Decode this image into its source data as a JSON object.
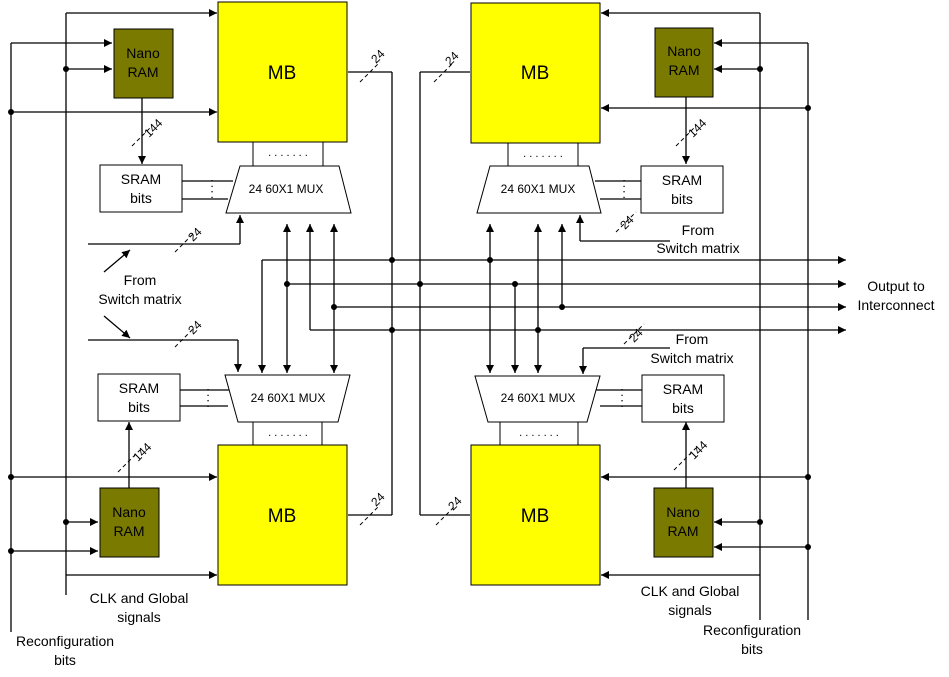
{
  "labels": {
    "mb": "MB",
    "nano_line1": "Nano",
    "nano_line2": "RAM",
    "sram_line1": "SRAM",
    "sram_line2": "bits",
    "mux": "24 60X1 MUX",
    "dots": ". . . . . . .",
    "vdots": ":",
    "bus_24": "24",
    "bus_144": "144",
    "switch_line1": "From",
    "switch_line2": "Switch matrix",
    "output_line1": "Output to",
    "output_line2": "Interconnect",
    "clk_line1": "CLK and Global",
    "clk_line2": "signals",
    "reconf_line1": "Reconfiguration",
    "reconf_line2": "bits"
  },
  "colors": {
    "mb_fill": "#ffff00",
    "nano_fill": "#7a7a00",
    "line": "#000000"
  },
  "icons": {
    "arrow": "arrowhead",
    "junction": "junction-dot"
  }
}
